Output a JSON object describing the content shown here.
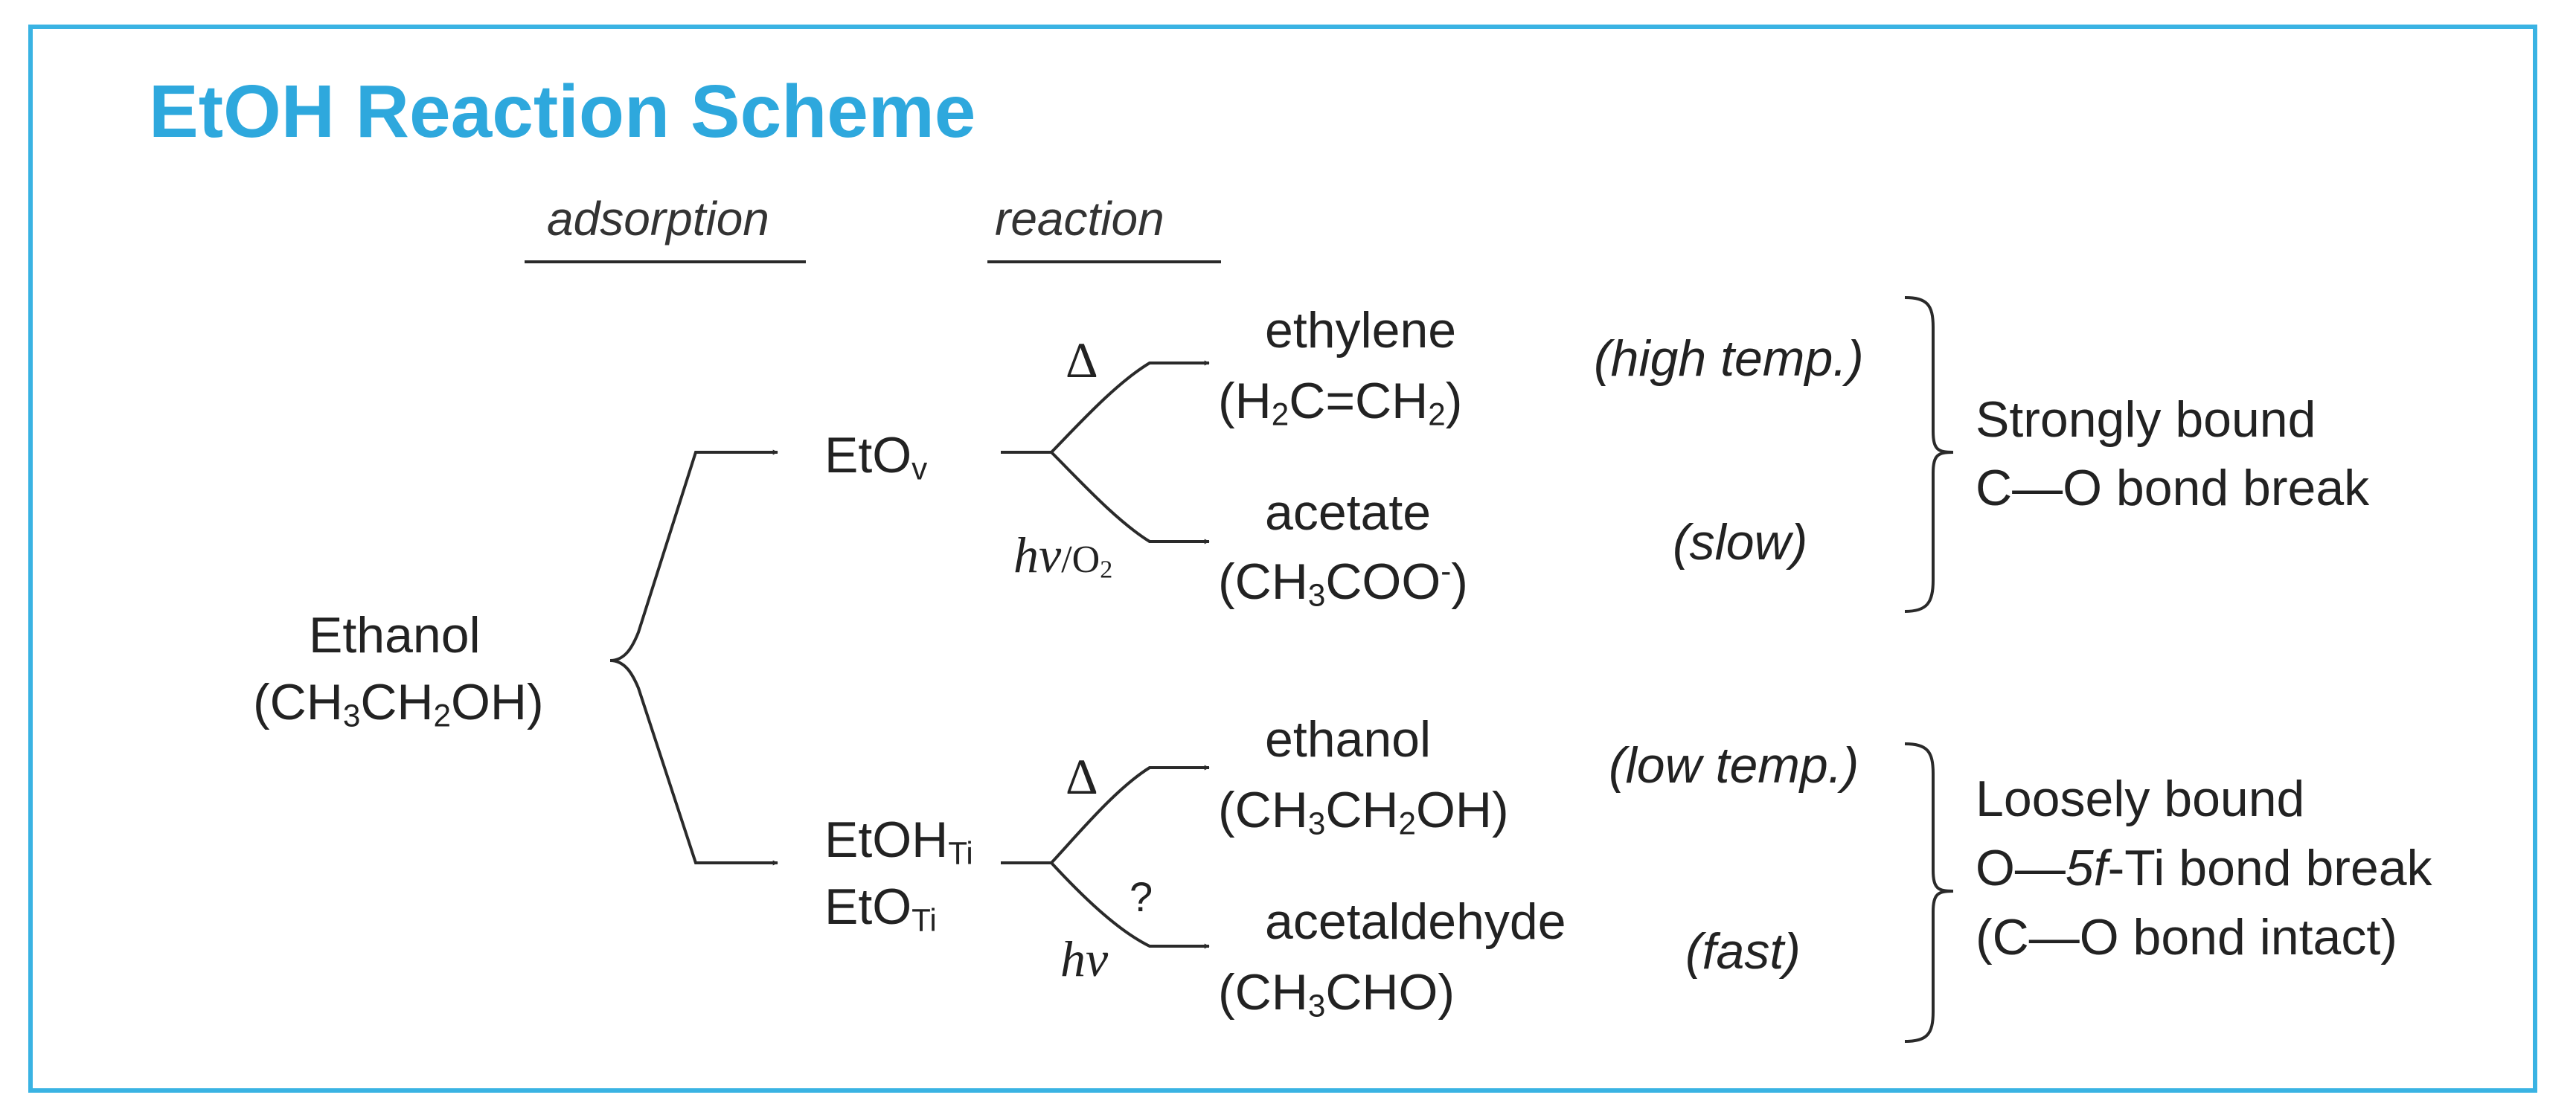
{
  "title": "EtOH Reaction Scheme",
  "headers": {
    "adsorption": "adsorption",
    "reaction": "reaction"
  },
  "reactant": {
    "name": "Ethanol",
    "formula_parts": [
      "(CH",
      "3",
      "CH",
      "2",
      "OH)"
    ]
  },
  "intermediates": {
    "upper": {
      "base": "EtO",
      "sub": "v"
    },
    "lower1": {
      "base": "EtOH",
      "sub": "Ti"
    },
    "lower2": {
      "base": "EtO",
      "sub": "Ti"
    }
  },
  "conditions": {
    "delta_upper": "Δ",
    "hv_o2_hv": "hν",
    "hv_o2_slash": "/O",
    "hv_o2_sub": "2",
    "delta_lower": "Δ",
    "question": "?",
    "hv_lower": "hν"
  },
  "products": {
    "ethylene": {
      "name": "ethylene",
      "formula_parts": [
        "(H",
        "2",
        "C=CH",
        "2",
        ")"
      ],
      "note": "(high temp.)"
    },
    "acetate": {
      "name": "acetate",
      "formula_parts": [
        "(CH",
        "3",
        "COO",
        "-",
        ")"
      ],
      "note": "(slow)"
    },
    "ethanol": {
      "name": "ethanol",
      "formula_parts": [
        "(CH",
        "3",
        "CH",
        "2",
        "OH)"
      ],
      "note": "(low temp.)"
    },
    "acetaldehyde": {
      "name": "acetaldehyde",
      "formula_parts": [
        "(CH",
        "3",
        "CHO)"
      ],
      "note": "(fast)"
    }
  },
  "summaries": {
    "strong": {
      "line1": "Strongly bound",
      "line2": "C—O bond break"
    },
    "loose": {
      "line1": "Loosely bound",
      "line2_a": "O—",
      "line2_b": "5f",
      "line2_c": "-Ti bond break",
      "line3": "(C—O bond intact)"
    }
  }
}
